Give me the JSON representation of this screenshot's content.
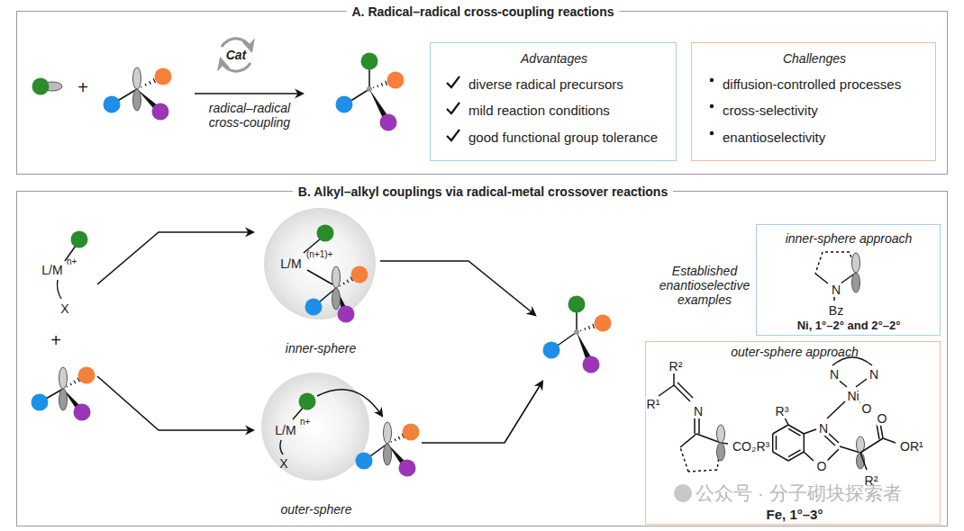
{
  "diagram": {
    "nodes": [
      {
        "text": [
          "A. Radical–radical cross-coupling reactions"
        ]
      },
      {
        "text": [
          "Advantages",
          "diverse radical precursors",
          "mild reaction conditions",
          "good functional group tolerance"
        ],
        "in": 0
      },
      {
        "text": [
          "Challenges",
          "diffusion-controlled processes",
          "cross-selectivity",
          "enantioselectivity"
        ],
        "in": 0
      },
      {
        "text": [
          "B. Alkyl–alkyl couplings via radical-metal crossover reactions"
        ]
      },
      {
        "text": [
          "L/M",
          "(n+1)+",
          "inner-sphere"
        ],
        "in": 3
      },
      {
        "text": [
          "L/M",
          "n+",
          "X",
          "outer-sphere"
        ],
        "in": 3
      },
      {
        "text": [
          "inner-sphere approach",
          "N",
          "Bz",
          "Ni, 1°–2° and 2°–2°"
        ],
        "in": 3
      },
      {
        "text": [
          "outer-sphere approach",
          "R²",
          "R¹",
          "N",
          "CO₂R³",
          "R³",
          "N",
          "O",
          "N",
          "N",
          "Ni",
          "O",
          "O",
          "R²",
          "OR¹",
          "Fe, 1°–3°"
        ],
        "in": 3
      }
    ],
    "labels": [
      "+",
      "Cat",
      "radical–radical cross-coupling",
      "L/M",
      "n+",
      "X",
      "+",
      "Established enantioselective examples",
      "公众号 · 分子砌块探索者"
    ]
  }
}
